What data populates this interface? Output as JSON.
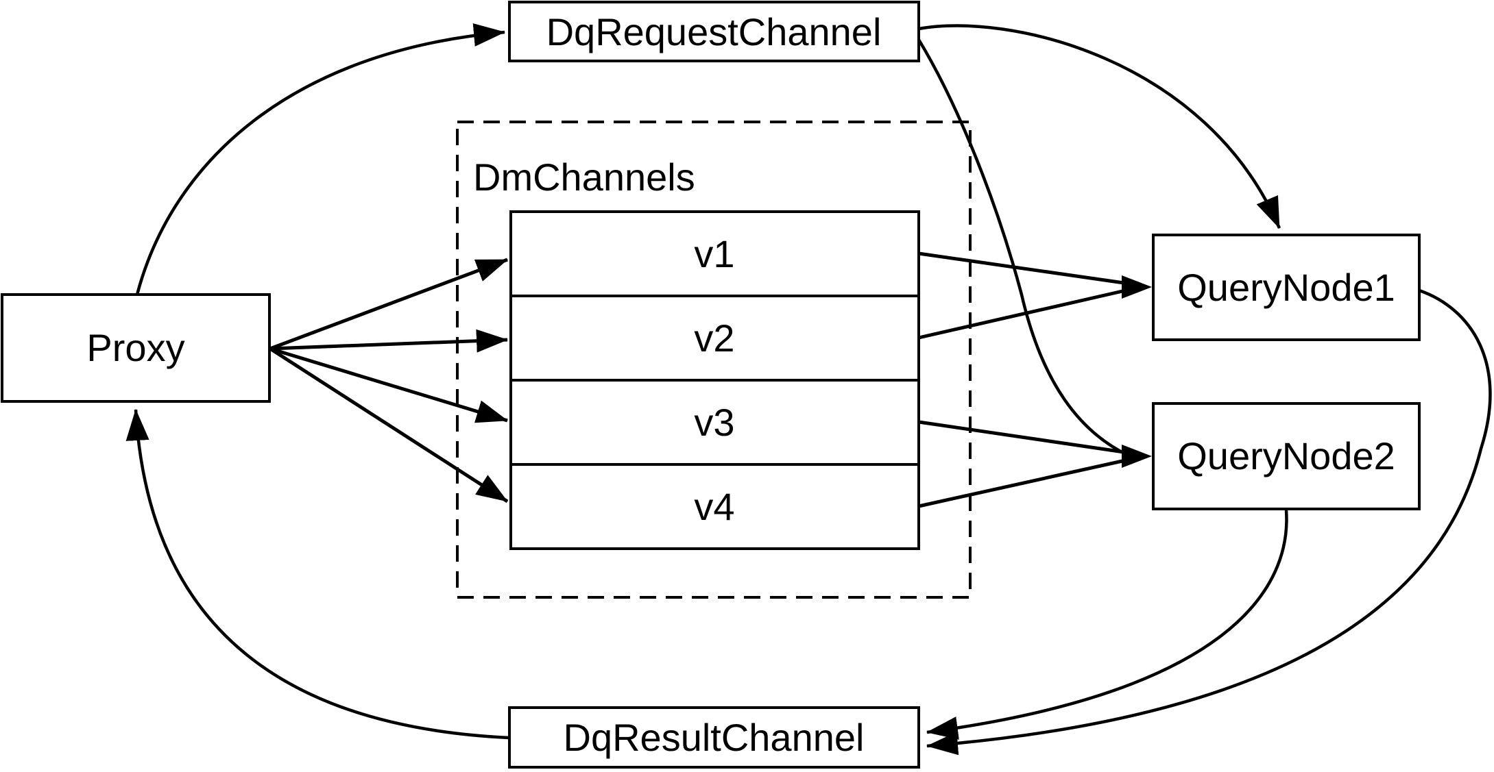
{
  "colors": {
    "ink": "#000000",
    "background": "#ffffff"
  },
  "nodes": {
    "proxy": {
      "label": "Proxy"
    },
    "dq_request_channel": {
      "label": "DqRequestChannel"
    },
    "dm_channels": {
      "label": "DmChannels",
      "channels": [
        "v1",
        "v2",
        "v3",
        "v4"
      ]
    },
    "query_node_1": {
      "label": "QueryNode1"
    },
    "query_node_2": {
      "label": "QueryNode2"
    },
    "dq_result_channel": {
      "label": "DqResultChannel"
    }
  },
  "edges": [
    {
      "from": "Proxy",
      "to": "DqRequestChannel"
    },
    {
      "from": "Proxy",
      "to": "v1"
    },
    {
      "from": "Proxy",
      "to": "v2"
    },
    {
      "from": "Proxy",
      "to": "v3"
    },
    {
      "from": "Proxy",
      "to": "v4"
    },
    {
      "from": "v1",
      "to": "QueryNode1"
    },
    {
      "from": "v2",
      "to": "QueryNode1"
    },
    {
      "from": "v3",
      "to": "QueryNode2"
    },
    {
      "from": "v4",
      "to": "QueryNode2"
    },
    {
      "from": "DqRequestChannel",
      "to": "QueryNode1"
    },
    {
      "from": "DqRequestChannel",
      "to": "QueryNode2"
    },
    {
      "from": "QueryNode1",
      "to": "DqResultChannel"
    },
    {
      "from": "QueryNode2",
      "to": "DqResultChannel"
    },
    {
      "from": "DqResultChannel",
      "to": "Proxy"
    }
  ]
}
